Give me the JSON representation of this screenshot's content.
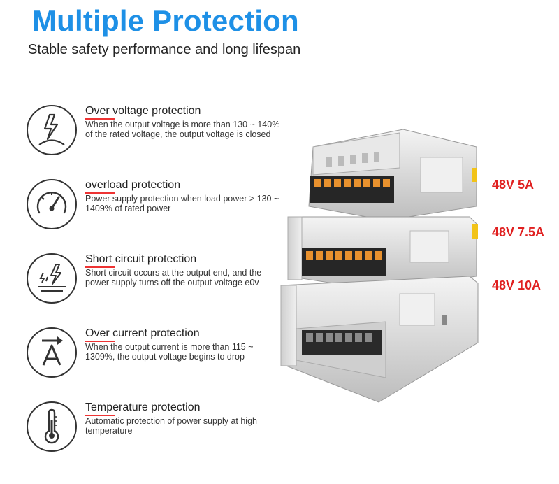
{
  "title": "Multiple Protection",
  "subtitle": "Stable safety performance and long lifespan",
  "features": [
    {
      "icon": "lightning-voltage-icon",
      "title": "Over voltage protection",
      "desc": "When the output voltage is more than 130 ~ 140% of the rated voltage, the output voltage is closed"
    },
    {
      "icon": "gauge-icon",
      "title": "overload protection",
      "desc": "Power supply protection when load power > 130 ~ 1409% of rated power"
    },
    {
      "icon": "short-circuit-icon",
      "title": "Short circuit protection",
      "desc": "Short circuit occurs at the output end, and the power supply turns off the output voltage e0v"
    },
    {
      "icon": "current-ampere-icon",
      "title": "Over current protection",
      "desc": "When the output current is more than 115 ~ 1309%, the output voltage begins to drop"
    },
    {
      "icon": "thermometer-icon",
      "title": "Temperature protection",
      "desc": "Automatic protection of power supply at high temperature"
    }
  ],
  "product_labels": [
    "48V 5A",
    "48V 7.5A",
    "48V 10A"
  ],
  "colors": {
    "title": "#1e90e6",
    "accent": "#e33333",
    "label": "#e02020"
  }
}
